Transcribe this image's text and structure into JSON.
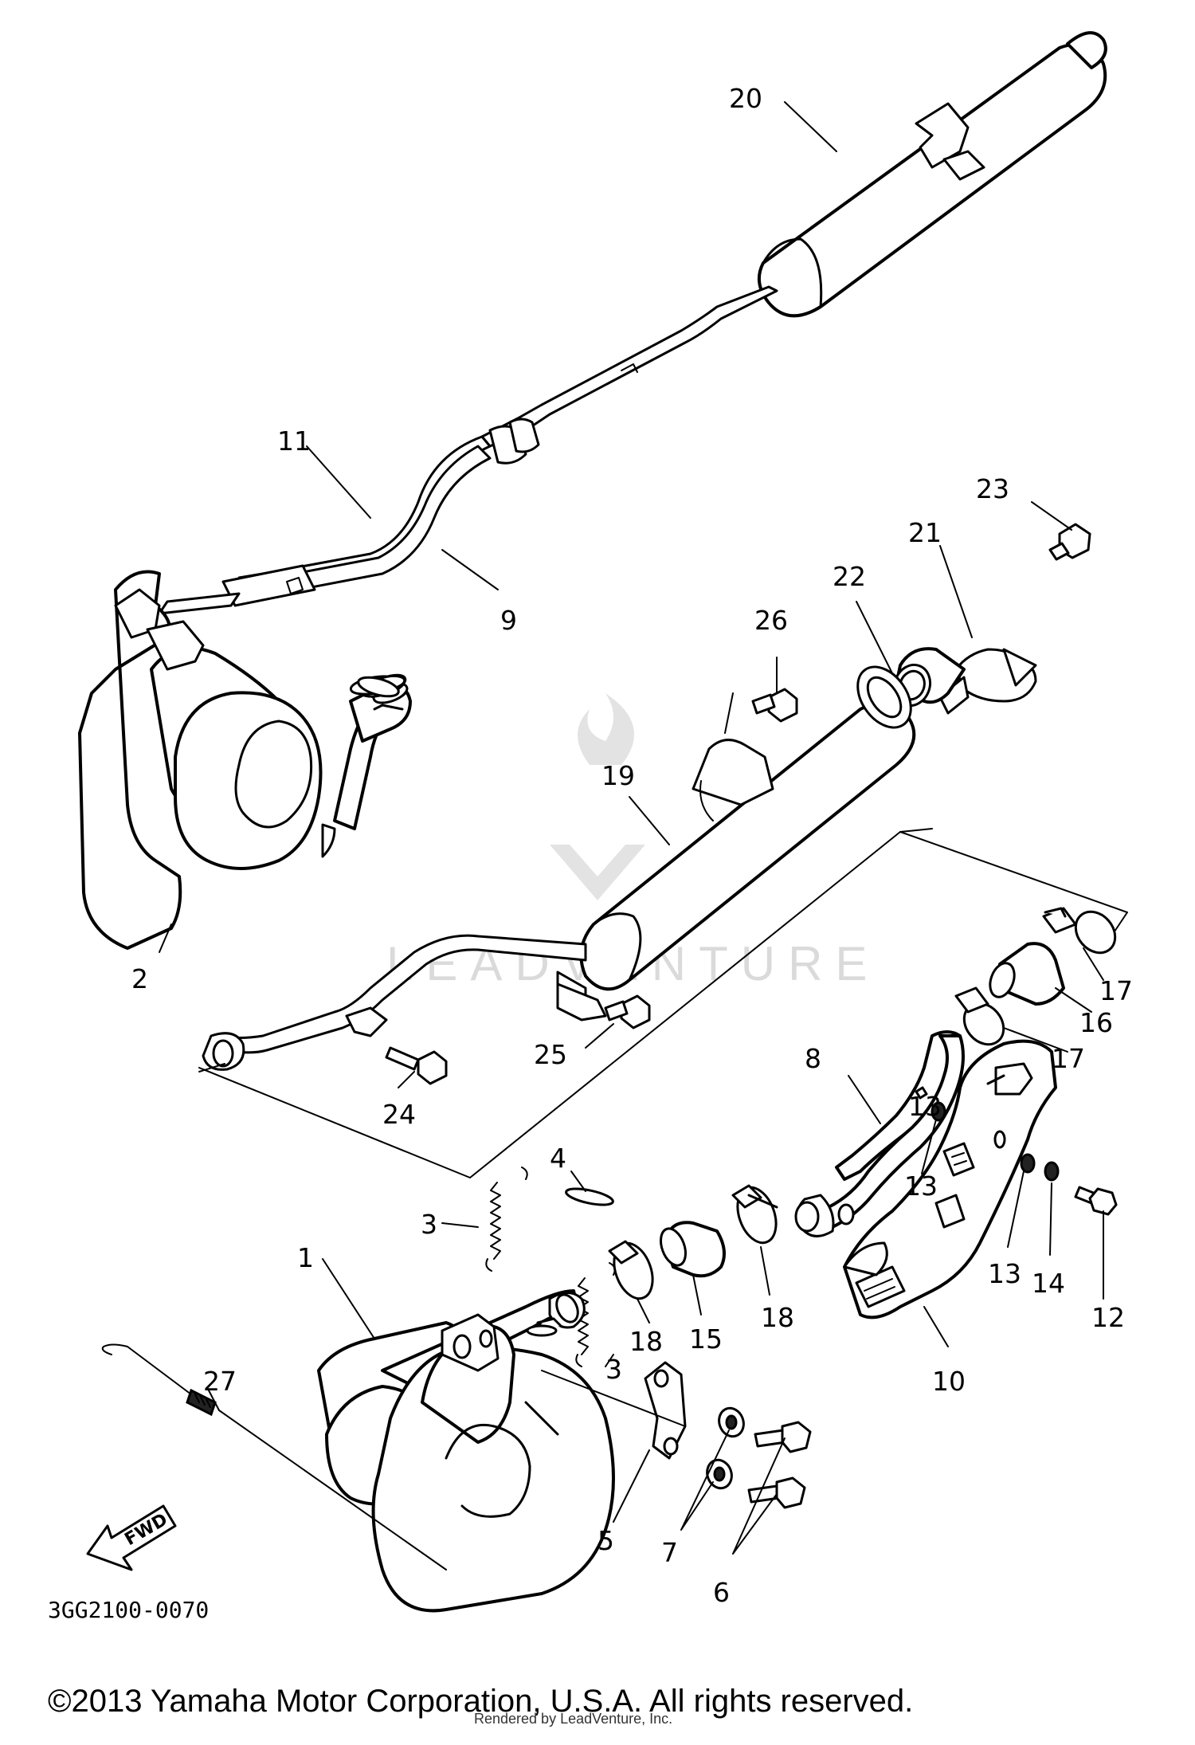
{
  "callouts": [
    "20",
    "11",
    "9",
    "23",
    "21",
    "22",
    "26",
    "2",
    "19",
    "17",
    "16",
    "17",
    "25",
    "24",
    "8",
    "13",
    "13",
    "13",
    "14",
    "12",
    "4",
    "3",
    "1",
    "18",
    "15",
    "18",
    "10",
    "3",
    "27",
    "5",
    "7",
    "6"
  ],
  "diagram_code": "3GG2100-0070",
  "fwd_label": "FWD",
  "watermark_text": "LEADVENTURE",
  "copyright": "©2013 Yamaha Motor Corporation, U.S.A. All rights reserved.",
  "render_credit": "Rendered by LeadVenture, Inc."
}
